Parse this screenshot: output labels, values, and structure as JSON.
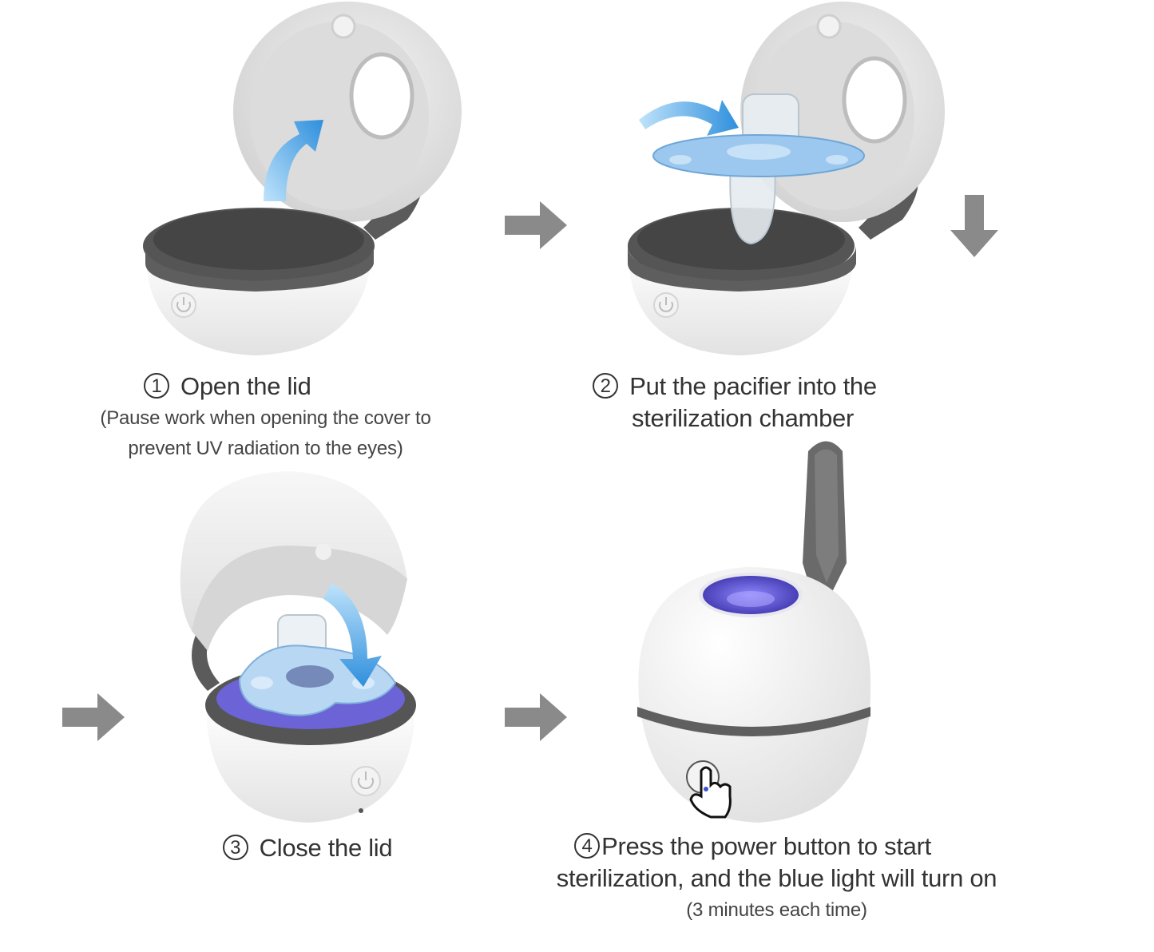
{
  "steps": [
    {
      "number": "1",
      "title": "Open the lid",
      "note_line1": "(Pause work when opening the cover to",
      "note_line2": "prevent UV radiation to the eyes)"
    },
    {
      "number": "2",
      "title_line1": "Put the pacifier into the",
      "title_line2": "sterilization chamber"
    },
    {
      "number": "3",
      "title": "Close the lid"
    },
    {
      "number": "4",
      "title_line1": "Press the power button to start",
      "title_line2": "sterilization, and the blue light will turn on",
      "note": "(3 minutes each time)"
    }
  ],
  "colors": {
    "arrow_gray": "#8a8a8a",
    "accent_blue": "#3a9be0",
    "dark_gray": "#5b5b5b",
    "uv_purple": "#5a4fd0",
    "pacifier_blue": "#9cc8ef"
  }
}
